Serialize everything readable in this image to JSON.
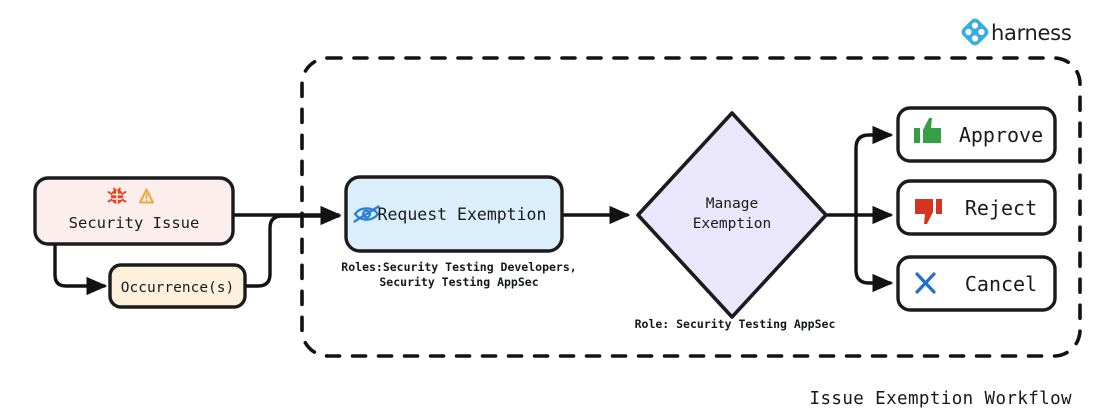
{
  "brand": {
    "name": "harness",
    "logo_icon": "harness-logo-icon",
    "logo_color": "#39ace1"
  },
  "diagram": {
    "title": "Issue Exemption Workflow",
    "container": {
      "name": "exemption-boundary",
      "style": "dashed",
      "border_color": "#000000"
    },
    "nodes": [
      {
        "id": "security-issue",
        "label": "Security Issue",
        "icons": [
          "bug-icon",
          "warning-triangle-icon"
        ],
        "icon_colors": [
          "#e8441f",
          "#f2a73b"
        ],
        "fill": "#fdeeee",
        "stroke": "#1b1b1b",
        "shape": "rounded-rect"
      },
      {
        "id": "occurrences",
        "label": "Occurrence(s)",
        "fill": "#fdf0dc",
        "stroke": "#1b1b1b",
        "shape": "rounded-rect"
      },
      {
        "id": "request-exemption",
        "label": "Request Exemption",
        "icons": [
          "eye-slash-icon"
        ],
        "icon_colors": [
          "#2a7fd4"
        ],
        "fill": "#daeefc",
        "stroke": "#1b1b1b",
        "shape": "rounded-rect",
        "caption_line1": "Roles:Security Testing Developers,",
        "caption_line2": "Security Testing AppSec"
      },
      {
        "id": "manage-exemption",
        "label_line1": "Manage",
        "label_line2": "Exemption",
        "fill": "#eae6fb",
        "stroke": "#1b1b1b",
        "shape": "diamond",
        "caption": "Role: Security Testing AppSec"
      },
      {
        "id": "approve",
        "label": "Approve",
        "icons": [
          "thumbs-up-icon"
        ],
        "icon_colors": [
          "#33a047"
        ],
        "fill": "#ffffff",
        "stroke": "#1b1b1b",
        "shape": "rounded-rect"
      },
      {
        "id": "reject",
        "label": "Reject",
        "icons": [
          "thumbs-down-icon"
        ],
        "icon_colors": [
          "#d5341f"
        ],
        "fill": "#ffffff",
        "stroke": "#1b1b1b",
        "shape": "rounded-rect"
      },
      {
        "id": "cancel",
        "label": "Cancel",
        "icons": [
          "x-mark-icon"
        ],
        "icon_colors": [
          "#1f6fd0"
        ],
        "fill": "#ffffff",
        "stroke": "#1b1b1b",
        "shape": "rounded-rect"
      }
    ],
    "edges": [
      {
        "from": "security-issue",
        "to": "request-exemption"
      },
      {
        "from": "security-issue",
        "to": "occurrences"
      },
      {
        "from": "occurrences",
        "to": "request-exemption"
      },
      {
        "from": "request-exemption",
        "to": "manage-exemption"
      },
      {
        "from": "manage-exemption",
        "to": "approve"
      },
      {
        "from": "manage-exemption",
        "to": "reject"
      },
      {
        "from": "manage-exemption",
        "to": "cancel"
      }
    ]
  }
}
